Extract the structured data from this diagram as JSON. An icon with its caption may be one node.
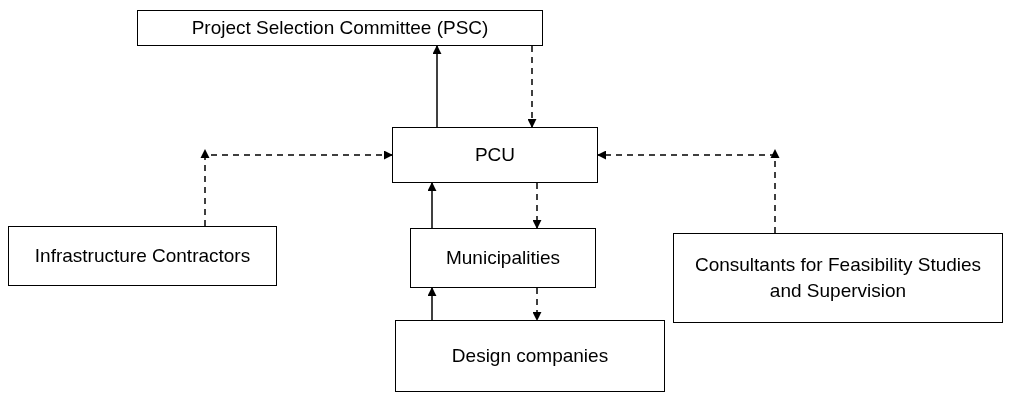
{
  "diagram": {
    "nodes": [
      {
        "text": [
          "Project Selection Committee (PSC)"
        ]
      },
      {
        "text": [
          "PCU"
        ]
      },
      {
        "text": [
          "Infrastructure Contractors"
        ]
      },
      {
        "text": [
          "Municipalities"
        ]
      },
      {
        "text": [
          "Consultants for Feasibility Studies and Supervision"
        ]
      },
      {
        "text": [
          "Design companies"
        ]
      }
    ],
    "edges": [
      {
        "from": 1,
        "to": 0,
        "arrow": "to"
      },
      {
        "from": 0,
        "to": 1,
        "arrow": "to",
        "style": "dashed"
      },
      {
        "from": 2,
        "to": 1,
        "arrow": "to",
        "style": "dashed"
      },
      {
        "from": 4,
        "to": 1,
        "arrow": "to",
        "style": "dashed"
      },
      {
        "from": 3,
        "to": 1,
        "arrow": "to"
      },
      {
        "from": 1,
        "to": 3,
        "arrow": "to",
        "style": "dashed"
      },
      {
        "from": 5,
        "to": 3,
        "arrow": "to"
      },
      {
        "from": 3,
        "to": 5,
        "arrow": "to",
        "style": "dashed"
      }
    ]
  }
}
